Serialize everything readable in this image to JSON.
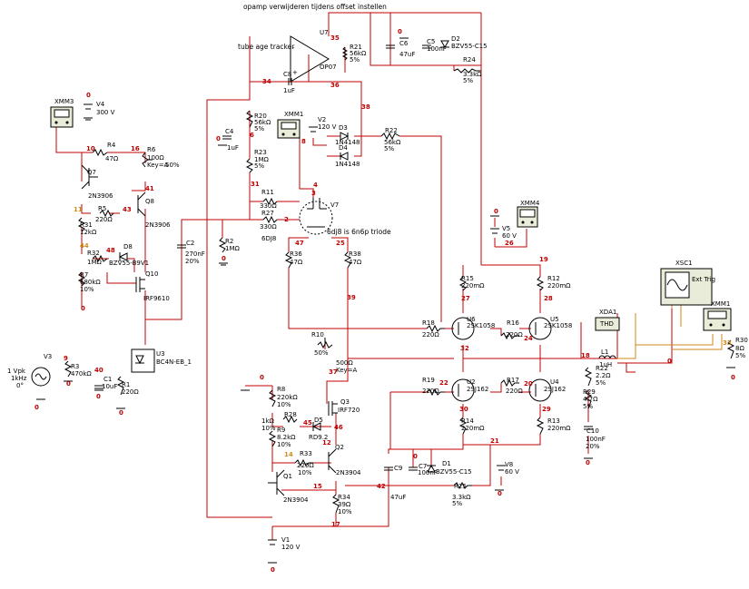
{
  "annotations": {
    "top_note": "opamp verwijderen tijdens offset instellen",
    "tube_age": "tube age tracker",
    "triode_note": "6dj8 is 6n6p triode"
  },
  "components": {
    "U7": "U7",
    "OP07": "OP07",
    "R21": "R21",
    "R21_v": "56kΩ",
    "R21_t": "5%",
    "C6": "C6",
    "C6_v": "47uF",
    "C5": "C5",
    "C5_v": "100nF",
    "D2": "D2",
    "D2_v": "BZV55-C15",
    "R24": "R24",
    "R24_v": "3.3kΩ",
    "R24_t": "5%",
    "C8": "C8",
    "C8_v": "1uF",
    "XMM3": "XMM3",
    "XMM1a": "XMM1",
    "XMM4": "XMM4",
    "XMM1b": "XMM1",
    "XSC1": "XSC1",
    "XDA1": "XDA1",
    "V4": "V4",
    "V4_v": "300 V",
    "R4": "R4",
    "R4_v": "47Ω",
    "R6": "R6",
    "R6_v": "100Ω",
    "R6_k": "Key=A",
    "R6_p": "50%",
    "Q7": "Q7",
    "Q7_v": "2N3906",
    "Q8": "Q8",
    "Q8_v": "2N3906",
    "R5": "R5",
    "R5_v": "220Ω",
    "R31": "R31",
    "R31_v": "12kΩ",
    "R32": "R32",
    "R32_v": "1MΩ",
    "D8": "D8",
    "D8_v": "BZV55-B9V1",
    "R7": "R7",
    "R7_v": "680kΩ",
    "R7_t": "10%",
    "Q10": "Q10",
    "Q10_v": "IRF9610",
    "C2": "C2",
    "C2_v": "270nF",
    "C2_t": "20%",
    "R2": "R2",
    "R2_v": "1MΩ",
    "R20": "R20",
    "R20_v": "56kΩ",
    "R20_t": "5%",
    "C4": "C4",
    "C4_v": "1uF",
    "R23": "R23",
    "R23_v": "1MΩ",
    "R23_t": "5%",
    "V2": "V2",
    "V2_v": "120 V",
    "D3": "D3",
    "D3_v": "1N4148",
    "D4": "D4",
    "D4_v": "1N4148",
    "R22": "R22",
    "R22_v": "56kΩ",
    "R22_t": "5%",
    "R11": "R11",
    "R11_v": "330Ω",
    "R27": "R27",
    "R27_v": "330Ω",
    "V7": "V7",
    "V7_v": "6DJ8",
    "R36": "R36",
    "R36_v": "47Ω",
    "R38": "R38",
    "R38_v": "47Ω",
    "V5": "V5",
    "V5_v": "60 V",
    "R15": "R15",
    "R15_v": "220mΩ",
    "R12": "R12",
    "R12_v": "220mΩ",
    "U6": "U6",
    "U6_v": "2SK1058",
    "U5": "U5",
    "U5_v": "2SK1058",
    "R18": "R18",
    "R18_v": "220Ω",
    "R16": "R16",
    "R16_v": "220Ω",
    "R10": "R10",
    "R10_p": "50%",
    "R10_v": "500Ω",
    "R10_k": "Key=A",
    "V3": "V3",
    "V3_a": "1 Vpk",
    "V3_f": "1kHz",
    "V3_p": "0°",
    "R3": "R3",
    "R3_v": "470kΩ",
    "C1": "C1",
    "C1_v": "10uF",
    "R1": "R1",
    "R1_v": "220Ω",
    "U3": "U3",
    "U3_v": "BC4N-EB_1",
    "R8": "R8",
    "R8_v": "220kΩ",
    "R8_t": "10%",
    "R28": "R28",
    "R28_v": "1kΩ",
    "R28_t": "10%",
    "D5": "D5",
    "D5_v": "RD9.2",
    "Q3": "Q3",
    "Q3_v": "IRF720",
    "R9": "R9",
    "R9_v": "8.2kΩ",
    "R9_t": "10%",
    "R33": "R33",
    "R33_v": "220Ω",
    "R33_t": "10%",
    "Q2": "Q2",
    "Q2_v": "2N3904",
    "Q1": "Q1",
    "Q1_v": "2N3904",
    "R34": "R34",
    "R34_v": "39Ω",
    "R34_t": "10%",
    "V1": "V1",
    "V1_v": "120 V",
    "R19": "R19",
    "R19_v": "220Ω",
    "R17": "R17",
    "R17_v": "220Ω",
    "U2": "U2",
    "U2_v": "2SJ162",
    "U4": "U4",
    "U4_v": "2SJ162",
    "R14": "R14",
    "R14_v": "220mΩ",
    "R13": "R13",
    "R13_v": "220mΩ",
    "C9": "C9",
    "C9_v": "47uF",
    "C7": "C7",
    "C7_v": "100nF",
    "D1": "D1",
    "D1_v": "BZV55-C15",
    "R25": "R25",
    "R25_v": "3.3kΩ",
    "R25_t": "5%",
    "V8": "V8",
    "V8_v": "60 V",
    "L1": "L1",
    "L1_v": "1uH",
    "R22b": "R22",
    "R22b_v": "2.2Ω",
    "R22b_t": "5%",
    "R29": "R29",
    "R29_v": "4.7Ω",
    "R29_t": "5%",
    "C10": "C10",
    "C10_v": "100nF",
    "C10_t": "20%",
    "R30": "R30",
    "R30_v": "8Ω",
    "R30_t": "5%"
  },
  "nodes": {
    "n0a": "0",
    "n0b": "0",
    "n0c": "0",
    "n0d": "0",
    "n0e": "0",
    "n0f": "0",
    "n0g": "0",
    "n0h": "0",
    "n0i": "0",
    "n0j": "0",
    "n0k": "0",
    "n0l": "0",
    "n0m": "0",
    "n0n": "0",
    "n0o": "0",
    "n0p": "0",
    "n0q": "0",
    "n35": "35",
    "n34": "34",
    "n36": "36",
    "n6": "6",
    "n8": "8",
    "n10": "10",
    "n16": "16",
    "n41": "41",
    "n11": "11",
    "n43": "43",
    "n44": "44",
    "n48": "48",
    "n31": "31",
    "n3": "3",
    "n4": "4",
    "n2": "2",
    "n47": "47",
    "n25": "25",
    "n39": "39",
    "n26": "26",
    "n19": "19",
    "n27": "27",
    "n28": "28",
    "n32": "32",
    "n24": "24",
    "n37": "37",
    "n9": "9",
    "n40": "40",
    "n45": "45",
    "n46": "46",
    "n12": "12",
    "n14": "14",
    "n15": "15",
    "n22": "22",
    "n20": "20",
    "n30": "30",
    "n29": "29",
    "n21": "21",
    "n42": "42",
    "n17": "17",
    "n18": "18",
    "n38": "38",
    "n33": "33"
  },
  "instrument_labels": {
    "xda_text": "THD",
    "xsc_ext": "Ext Trig"
  }
}
